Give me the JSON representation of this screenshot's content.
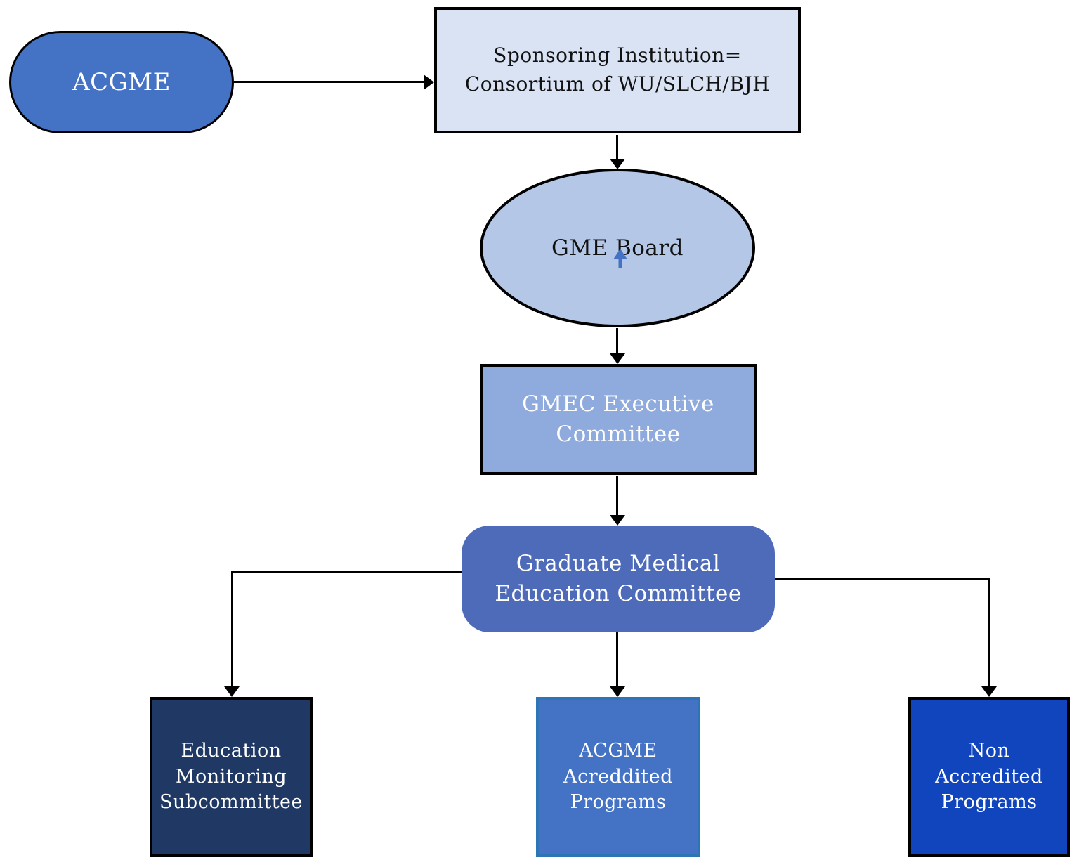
{
  "diagram": {
    "type": "org-flowchart",
    "background_color": "#FFFFFF",
    "connector_color": "#000000",
    "nodes": {
      "acgme": {
        "label": "ACGME",
        "shape": "pill",
        "fill": "#4472C4",
        "border_color": "#000000",
        "text_color": "#FFFFFF"
      },
      "sponsoring_institution": {
        "label": "Sponsoring Institution=\nConsortium of WU/SLCH/BJH",
        "shape": "rectangle",
        "fill": "#DAE3F3",
        "border_color": "#000000",
        "text_color": "#111111"
      },
      "gme_board": {
        "label": "GME Board",
        "shape": "ellipse",
        "fill": "#B4C7E7",
        "border_color": "#000000",
        "text_color": "#111111",
        "marker_icon": "up-arrow-icon",
        "marker_color": "#4472C4"
      },
      "gmec_executive": {
        "label": "GMEC Executive\nCommittee",
        "shape": "rectangle",
        "fill": "#8FAADC",
        "border_color": "#000000",
        "text_color": "#FFFFFF"
      },
      "graduate_medical_education_committee": {
        "label": "Graduate Medical\nEducation Committee",
        "shape": "rounded-rectangle",
        "fill": "#4E6BBA",
        "text_color": "#FFFFFF"
      },
      "education_monitoring": {
        "label": "Education\nMonitoring\nSubcommittee",
        "shape": "rectangle",
        "fill": "#1F3864",
        "border_color": "#000000",
        "text_color": "#FFFFFF"
      },
      "acgme_accredited_programs": {
        "label": "ACGME\nAcreddited\nPrograms",
        "shape": "rectangle",
        "fill": "#4472C4",
        "border_color": "#2E75B6",
        "text_color": "#FFFFFF"
      },
      "non_accredited_programs": {
        "label": "Non\nAccredited\nPrograms",
        "shape": "rectangle",
        "fill": "#1145BE",
        "border_color": "#000000",
        "text_color": "#FFFFFF"
      }
    },
    "connectors": [
      {
        "from": "acgme",
        "to": "sponsoring_institution",
        "style": "arrow",
        "route": "right"
      },
      {
        "from": "sponsoring_institution",
        "to": "gme_board",
        "style": "arrow",
        "route": "down"
      },
      {
        "from": "gme_board",
        "to": "gmec_executive",
        "style": "arrow",
        "route": "down"
      },
      {
        "from": "gmec_executive",
        "to": "graduate_medical_education_committee",
        "style": "arrow",
        "route": "down"
      },
      {
        "from": "graduate_medical_education_committee",
        "to": "education_monitoring",
        "style": "arrow",
        "route": "left-then-down"
      },
      {
        "from": "graduate_medical_education_committee",
        "to": "acgme_accredited_programs",
        "style": "arrow",
        "route": "down"
      },
      {
        "from": "graduate_medical_education_committee",
        "to": "non_accredited_programs",
        "style": "arrow",
        "route": "right-then-down"
      }
    ]
  }
}
